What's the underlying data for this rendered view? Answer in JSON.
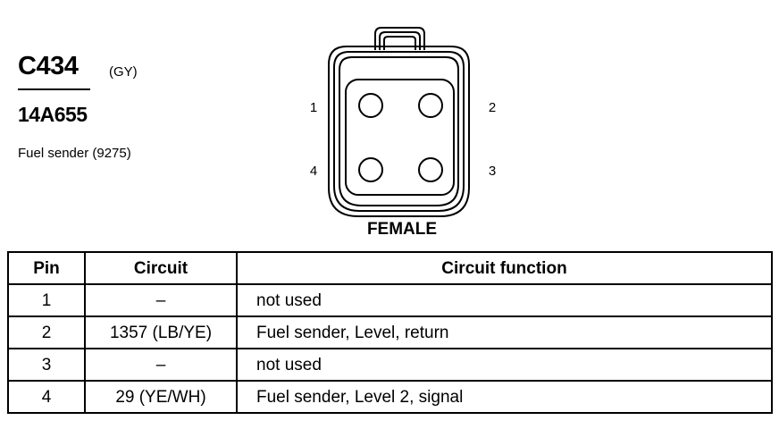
{
  "connector": {
    "id": "C434",
    "color": "(GY)",
    "part_number": "14A655",
    "description": "Fuel sender (9275)",
    "gender": "FEMALE",
    "pin_labels": [
      "1",
      "2",
      "3",
      "4"
    ]
  },
  "table": {
    "headers": {
      "pin": "Pin",
      "circuit": "Circuit",
      "function": "Circuit function"
    },
    "rows": [
      {
        "pin": "1",
        "circuit": "–",
        "function": "not used"
      },
      {
        "pin": "2",
        "circuit": "1357 (LB/YE)",
        "function": "Fuel sender, Level, return"
      },
      {
        "pin": "3",
        "circuit": "–",
        "function": "not used"
      },
      {
        "pin": "4",
        "circuit": "29 (YE/WH)",
        "function": "Fuel sender, Level 2, signal"
      }
    ]
  }
}
